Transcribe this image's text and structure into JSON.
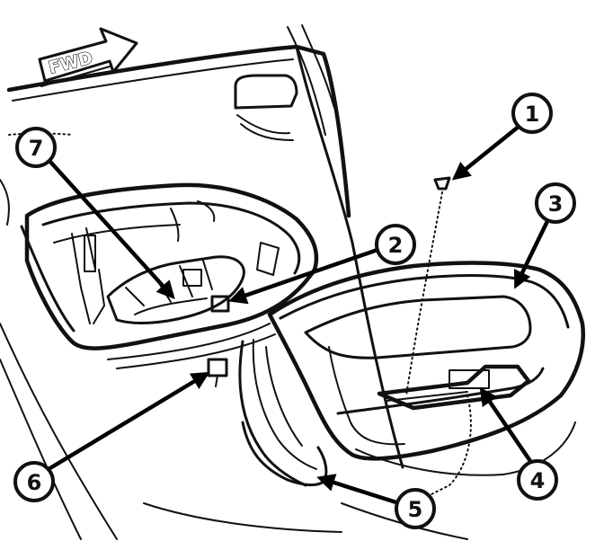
{
  "direction_label": "FWD",
  "callouts": [
    {
      "id": "7",
      "label": "7"
    },
    {
      "id": "1",
      "label": "1"
    },
    {
      "id": "3",
      "label": "3"
    },
    {
      "id": "2",
      "label": "2"
    },
    {
      "id": "6",
      "label": "6"
    },
    {
      "id": "4",
      "label": "4"
    },
    {
      "id": "5",
      "label": "5"
    }
  ],
  "colors": {
    "ink": "#111111",
    "background": "#ffffff"
  }
}
